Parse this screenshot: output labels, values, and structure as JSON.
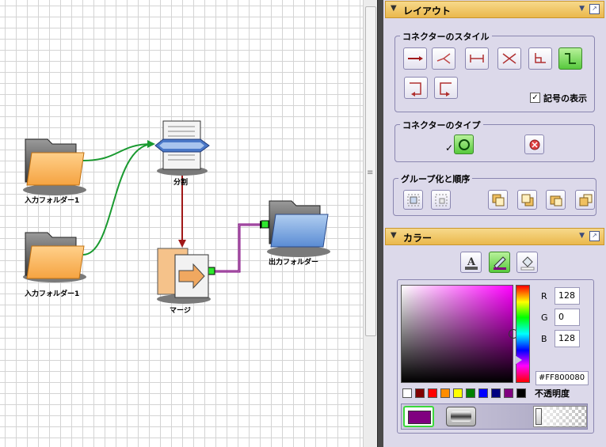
{
  "canvas": {
    "nodes": {
      "input1": "入力フォルダー1",
      "input2": "入力フォルダー1",
      "split": "分割",
      "merge": "マージ",
      "output": "出力フォルダー"
    }
  },
  "layout_panel": {
    "title": "レイアウト",
    "connector_style_label": "コネクターのスタイル",
    "show_symbols_label": "記号の表示",
    "show_symbols_checked": true,
    "connector_type_label": "コネクターのタイプ",
    "group_order_label": "グループ化と順序"
  },
  "color_panel": {
    "title": "カラー",
    "r_label": "R",
    "g_label": "G",
    "b_label": "B",
    "r_value": "128",
    "g_value": "0",
    "b_value": "128",
    "hex_value": "#FF800080",
    "opacity_label": "不透明度",
    "selected_color": "#800080",
    "swatches": [
      "#ffffff",
      "#800000",
      "#ff0000",
      "#ff8c00",
      "#ffff00",
      "#008000",
      "#0000ff",
      "#000080",
      "#800080",
      "#000000"
    ]
  },
  "icons": {
    "checkmark": "✓",
    "grip": "≡"
  }
}
